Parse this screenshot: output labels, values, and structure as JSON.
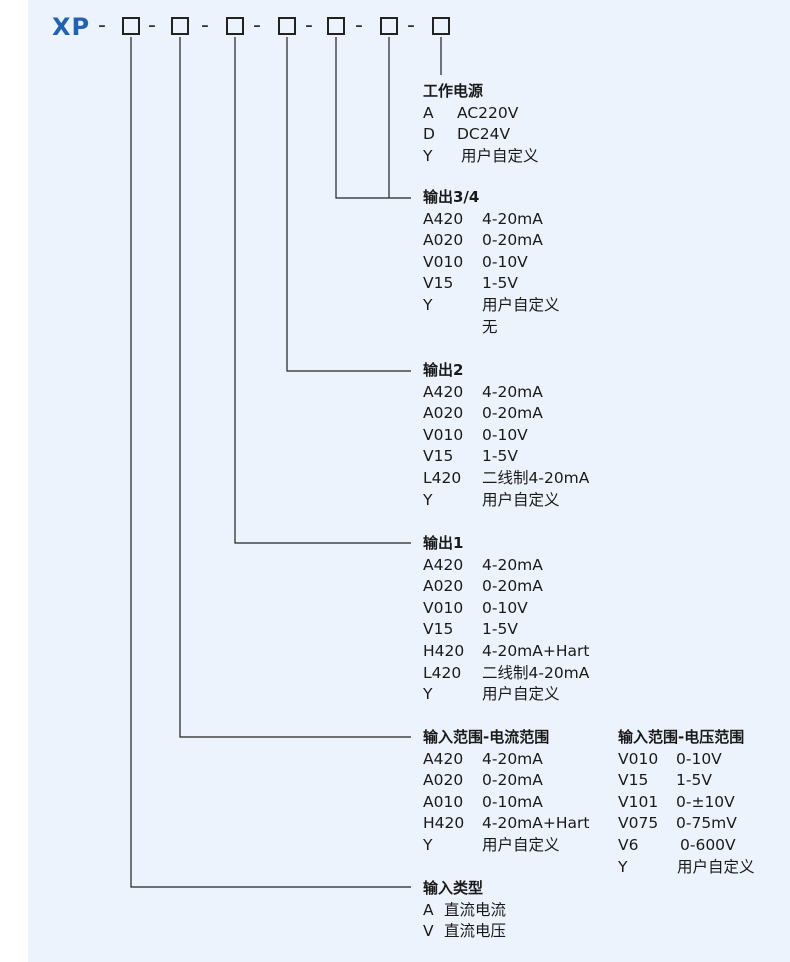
{
  "model": {
    "prefix": "XP",
    "separator": "-"
  },
  "power": {
    "heading": "工作电源",
    "items": [
      {
        "code": "A",
        "desc": "AC220V"
      },
      {
        "code": "D",
        "desc": "DC24V"
      },
      {
        "code": "Y",
        "desc": "用户自定义"
      }
    ]
  },
  "output34": {
    "heading": "输出3/4",
    "items": [
      {
        "code": "A420",
        "desc": "4-20mA"
      },
      {
        "code": "A020",
        "desc": "0-20mA"
      },
      {
        "code": "V010",
        "desc": "0-10V"
      },
      {
        "code": "V15",
        "desc": "1-5V"
      },
      {
        "code": "Y",
        "desc": "用户自定义"
      },
      {
        "code": "",
        "desc": "无"
      }
    ]
  },
  "output2": {
    "heading": "输出2",
    "items": [
      {
        "code": "A420",
        "desc": "4-20mA"
      },
      {
        "code": "A020",
        "desc": "0-20mA"
      },
      {
        "code": "V010",
        "desc": "0-10V"
      },
      {
        "code": "V15",
        "desc": "1-5V"
      },
      {
        "code": "L420",
        "desc": "二线制4-20mA"
      },
      {
        "code": "Y",
        "desc": "用户自定义"
      }
    ]
  },
  "output1": {
    "heading": "输出1",
    "items": [
      {
        "code": "A420",
        "desc": "4-20mA"
      },
      {
        "code": "A020",
        "desc": "0-20mA"
      },
      {
        "code": "V010",
        "desc": "0-10V"
      },
      {
        "code": "V15",
        "desc": "1-5V"
      },
      {
        "code": "H420",
        "desc": "4-20mA+Hart"
      },
      {
        "code": "L420",
        "desc": "二线制4-20mA"
      },
      {
        "code": "Y",
        "desc": "用户自定义"
      }
    ]
  },
  "input_current": {
    "heading": "输入范围-电流范围",
    "items": [
      {
        "code": "A420",
        "desc": "4-20mA"
      },
      {
        "code": "A020",
        "desc": "0-20mA"
      },
      {
        "code": "A010",
        "desc": "0-10mA"
      },
      {
        "code": "H420",
        "desc": "4-20mA+Hart"
      },
      {
        "code": "Y",
        "desc": "用户自定义"
      }
    ]
  },
  "input_voltage": {
    "heading": "输入范围-电压范围",
    "items": [
      {
        "code": "V010",
        "desc": "0-10V"
      },
      {
        "code": "V15",
        "desc": "1-5V"
      },
      {
        "code": "V101",
        "desc": "0-±10V"
      },
      {
        "code": "V075",
        "desc": "0-75mV"
      },
      {
        "code": "V6",
        "desc": "0-600V"
      },
      {
        "code": "Y",
        "desc": "用户自定义"
      }
    ]
  },
  "input_type": {
    "heading": "输入类型",
    "items": [
      {
        "code": "A",
        "desc": "直流电流"
      },
      {
        "code": "V",
        "desc": "直流电压"
      }
    ]
  }
}
